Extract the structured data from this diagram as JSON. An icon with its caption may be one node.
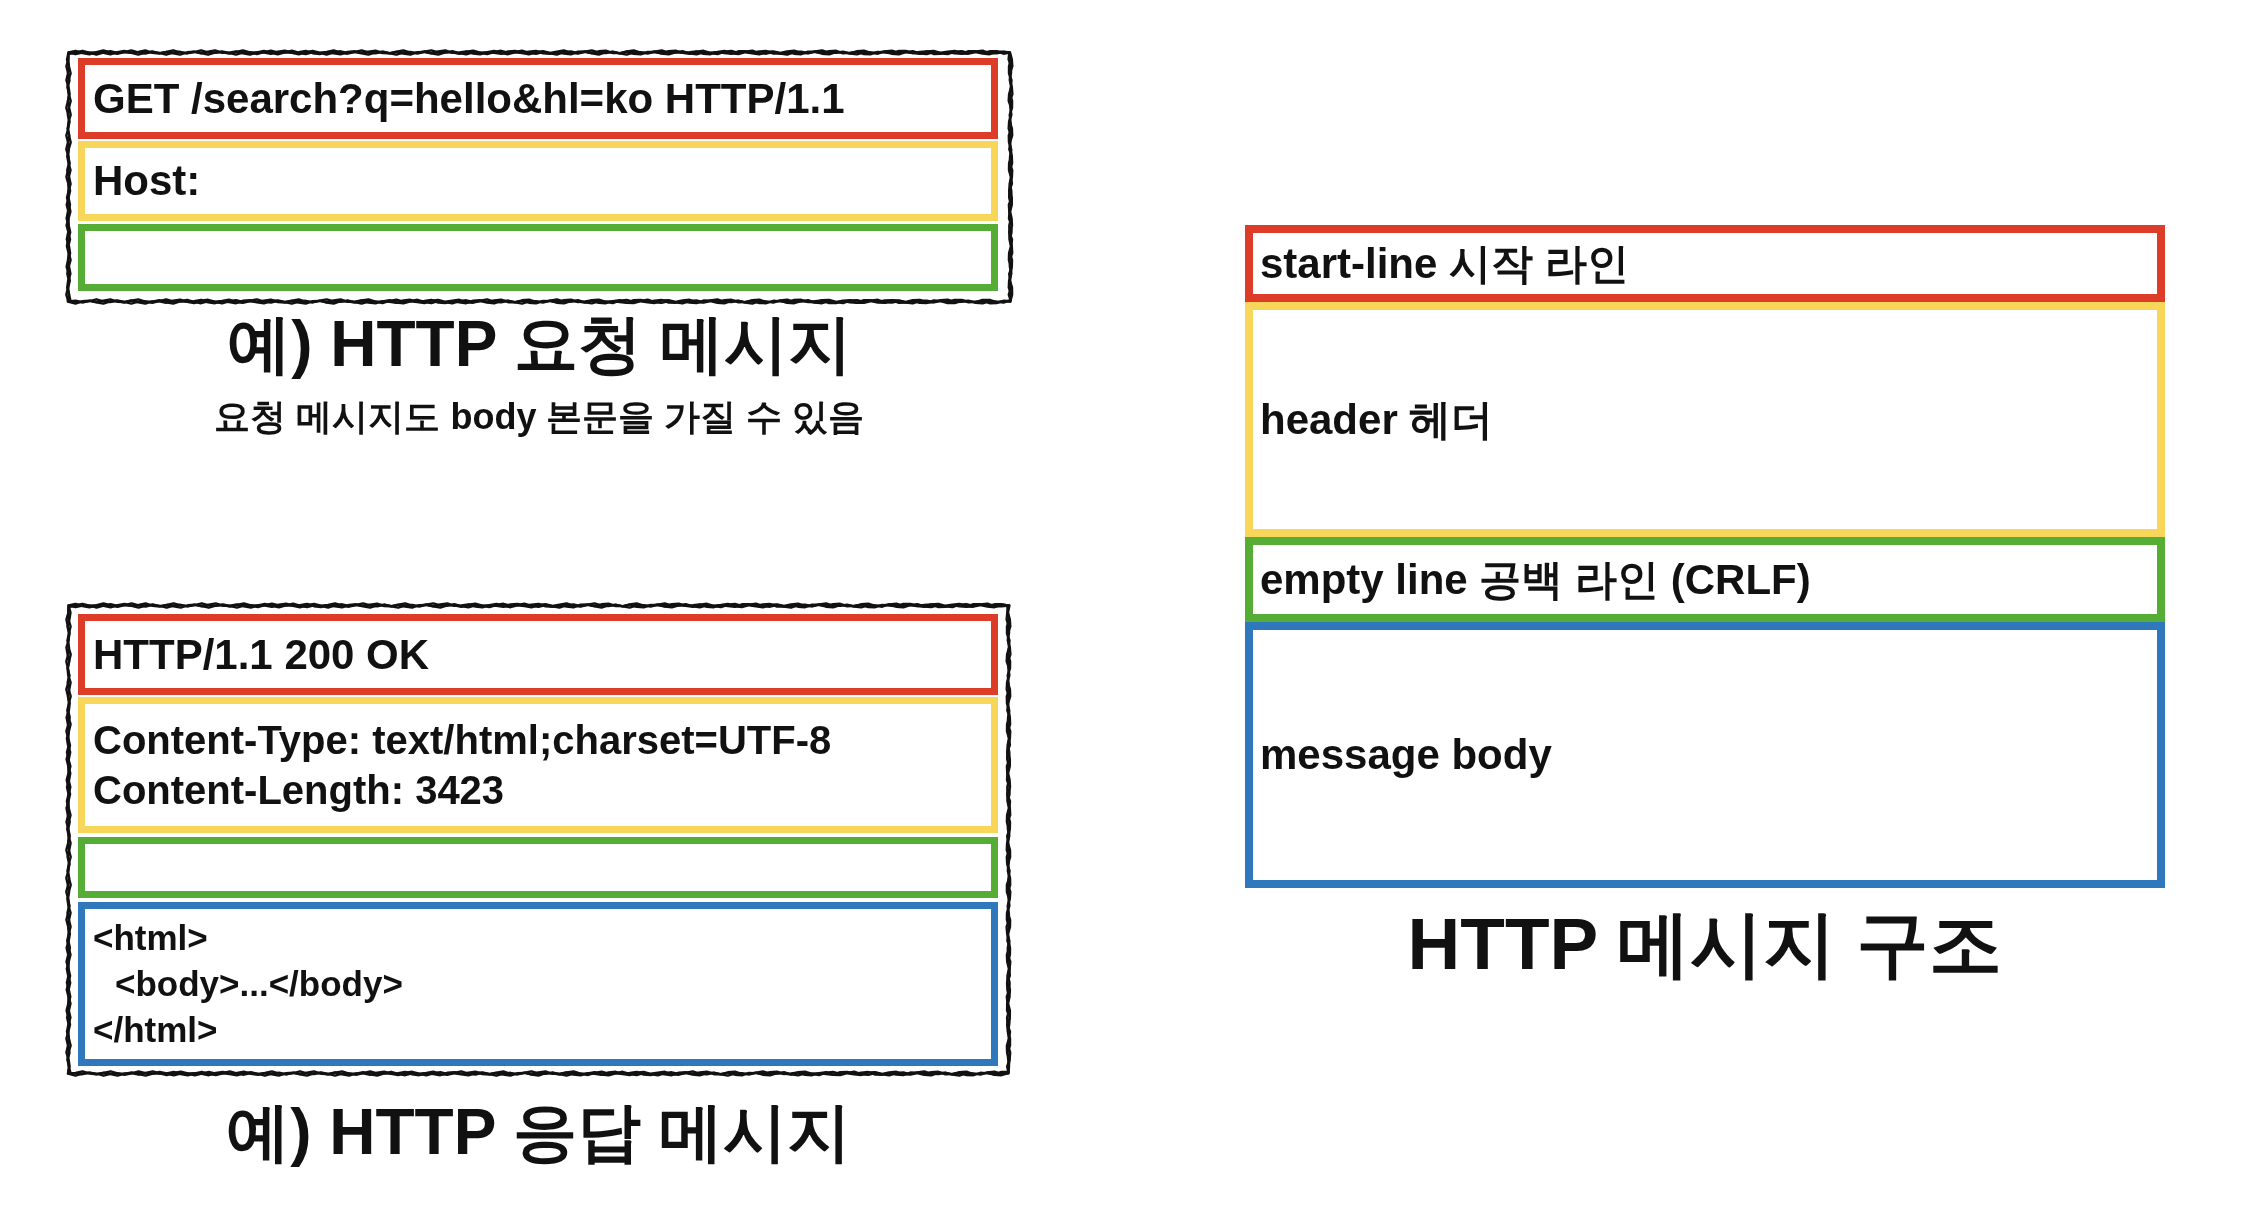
{
  "diagram": {
    "nodes": [
      {
        "text": [
          "예) HTTP 요청 메시지"
        ],
        "beside": [
          "요청 메시지도 body 본문을 가질 수 있음"
        ]
      },
      {
        "text": [
          "GET /search?q=hello&hl=ko HTTP/1.1"
        ],
        "in": 0
      },
      {
        "text": [
          "Host:"
        ],
        "in": 0
      },
      {
        "text": [],
        "shape": "box",
        "in": 0
      },
      {
        "text": [
          "예) HTTP 응답 메시지"
        ]
      },
      {
        "text": [
          "HTTP/1.1 200 OK"
        ],
        "in": 4
      },
      {
        "text": [
          "Content-Type: text/html;charset=UTF-8",
          "Content-Length: 3423"
        ],
        "in": 4
      },
      {
        "text": [],
        "shape": "box",
        "in": 4
      },
      {
        "text": [
          "<html>",
          "<body>...</body>",
          "</html>"
        ],
        "in": 4
      },
      {
        "text": [
          "start-line 시작 라인"
        ]
      },
      {
        "text": [
          "header 헤더"
        ]
      },
      {
        "text": [
          "empty line 공백 라인 (CRLF)"
        ]
      },
      {
        "text": [
          "message body"
        ]
      }
    ],
    "labels": [
      "HTTP 메시지 구조"
    ]
  }
}
